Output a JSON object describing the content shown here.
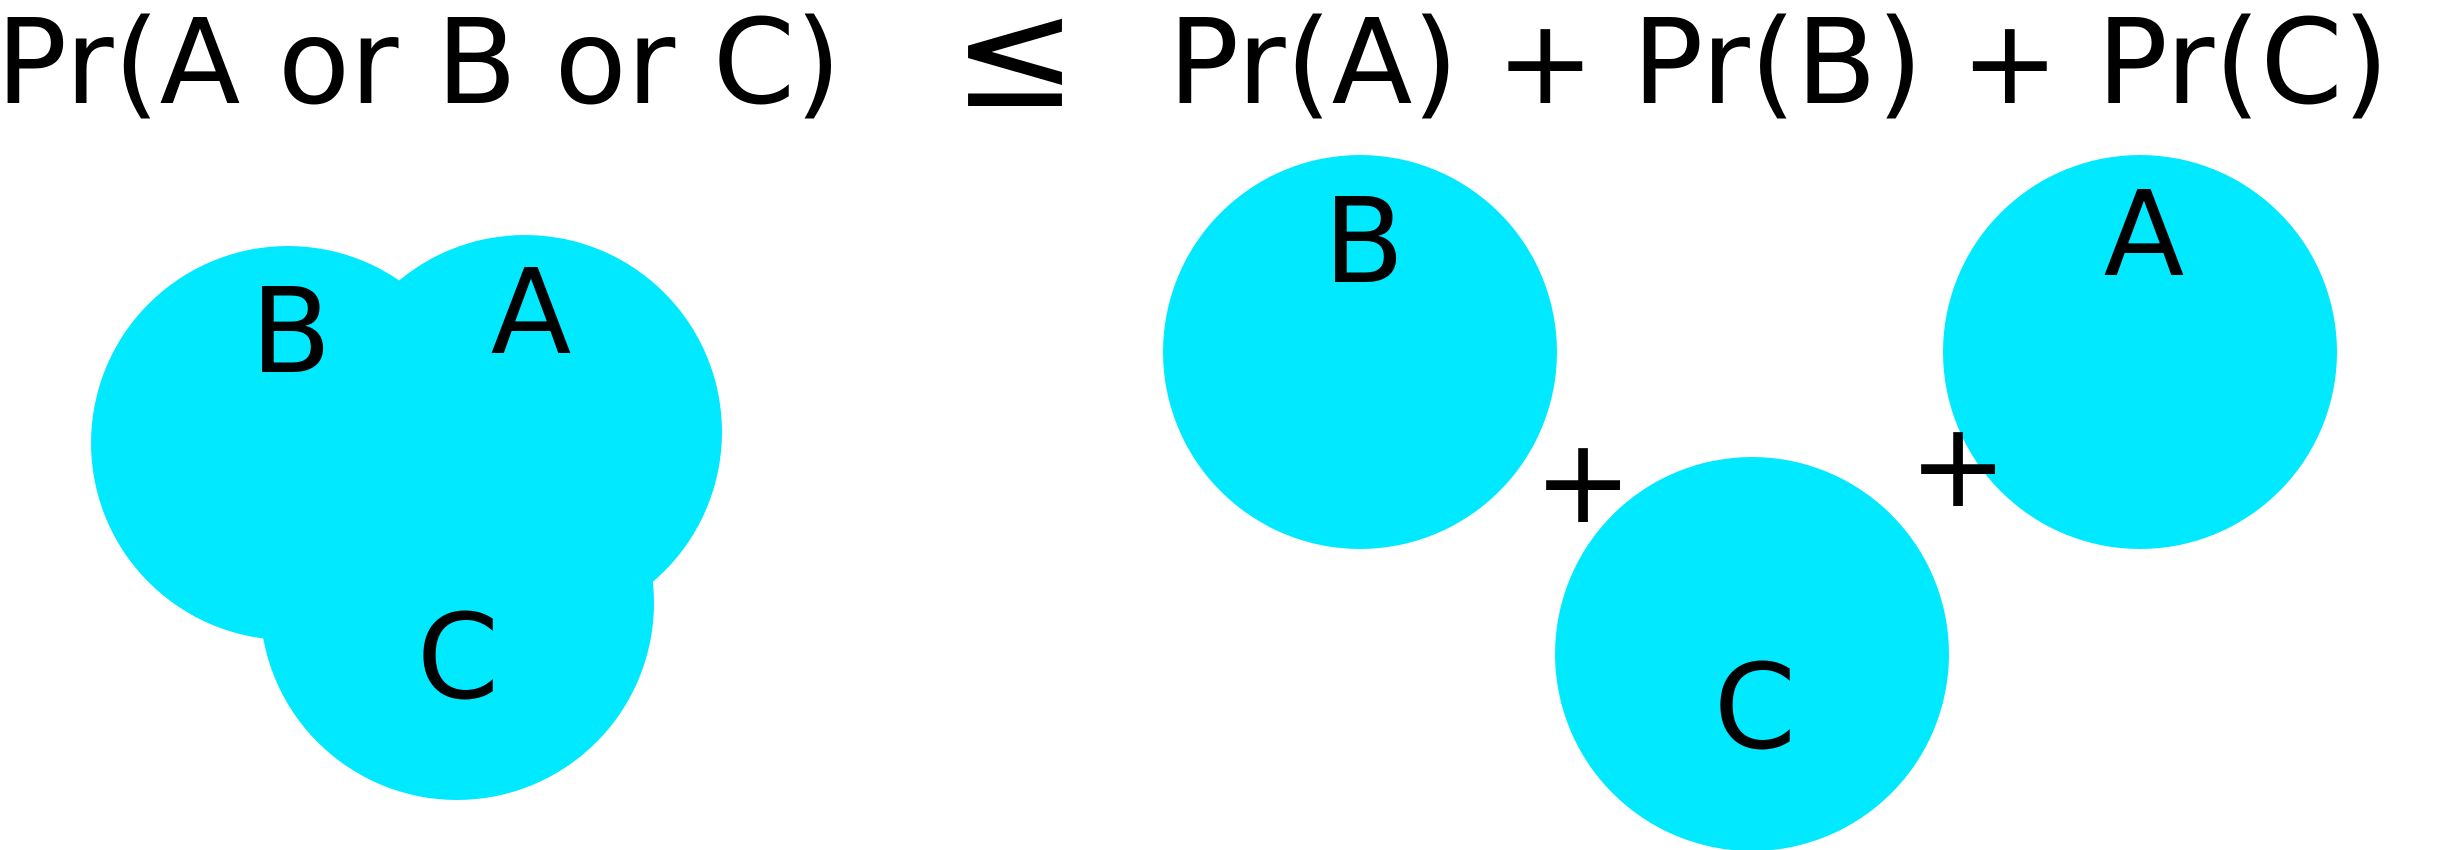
{
  "equation": {
    "left_side": "Pr(A or B or C)",
    "operator": "≤",
    "right_side": "Pr(A) + Pr(B) + Pr(C)"
  },
  "left_diagram": {
    "circles": [
      {
        "label": "B"
      },
      {
        "label": "A"
      },
      {
        "label": "C"
      }
    ]
  },
  "right_diagram": {
    "circles": [
      {
        "label": "B"
      },
      {
        "label": "A"
      },
      {
        "label": "C"
      }
    ],
    "plus_signs": [
      "+",
      "+"
    ]
  },
  "colors": {
    "circle_fill": "#00e9ff",
    "text": "#000000",
    "background": "#ffffff"
  }
}
